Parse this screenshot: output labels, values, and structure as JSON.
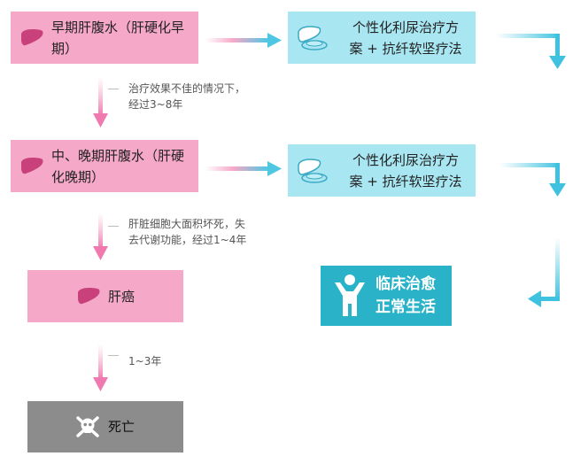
{
  "stages": {
    "early": "早期肝腹水（肝硬化早期）",
    "mid_late": "中、晚期肝腹水（肝硬化晚期）",
    "cancer": "肝癌",
    "death": "死亡"
  },
  "treatment": {
    "line1": "个性化利尿治疗方",
    "line2": "案 + 抗纤软坚疗法"
  },
  "outcome": {
    "line1": "临床治愈",
    "line2": "正常生活"
  },
  "notes": {
    "early_to_mid_1": "治疗效果不佳的情况下，",
    "early_to_mid_2": "经过3~8年",
    "mid_to_cancer_1": "肝脏细胞大面积坏死，失",
    "mid_to_cancer_2": "去代谢功能，经过1~4年",
    "cancer_to_death": "1~3年"
  },
  "colors": {
    "pink": "#f6a8c8",
    "cyan_light": "#a8e6f2",
    "teal": "#29b2c8",
    "gray": "#8c8c8c",
    "liver_icon": "#c9417a"
  }
}
